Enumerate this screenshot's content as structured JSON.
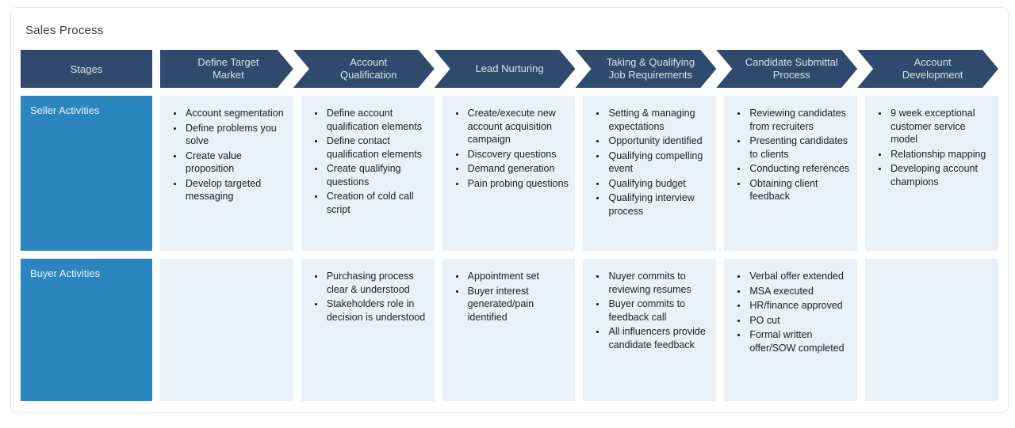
{
  "title": "Sales Process",
  "process": {
    "stages_header_label": "Stages",
    "rows": [
      {
        "label": "Seller Activities",
        "key": "seller"
      },
      {
        "label": "Buyer Activities",
        "key": "buyer"
      }
    ],
    "stages": [
      {
        "label": "Define Target Market",
        "seller": [
          "Account segmentation",
          "Define problems you solve",
          "Create value proposition",
          "Develop targeted messaging"
        ],
        "buyer": []
      },
      {
        "label": "Account Qualification",
        "seller": [
          "Define account qualification elements",
          "Define contact qualification elements",
          "Create qualifying questions",
          "Creation of cold call script"
        ],
        "buyer": [
          "Purchasing process clear & understood",
          "Stakeholders role in decision is understood"
        ]
      },
      {
        "label": "Lead Nurturing",
        "seller": [
          "Create/execute new account acquisition campaign",
          "Discovery questions",
          "Demand generation",
          "Pain probing questions"
        ],
        "buyer": [
          "Appointment set",
          "Buyer interest generated/pain identified"
        ]
      },
      {
        "label": "Taking & Qualifying Job Requirements",
        "seller": [
          "Setting & managing expectations",
          "Opportunity identified",
          "Qualifying compelling event",
          "Qualifying budget",
          "Qualifying interview process"
        ],
        "buyer": [
          "Nuyer commits to reviewing resumes",
          "Buyer commits to feedback call",
          "All influencers provide candidate feedback"
        ]
      },
      {
        "label": "Candidate Submittal Process",
        "seller": [
          "Reviewing candidates from recruiters",
          "Presenting candidates to clients",
          "Conducting references",
          "Obtaining client feedback"
        ],
        "buyer": [
          "Verbal offer extended",
          "MSA executed",
          "HR/finance approved",
          "PO cut",
          "Formal written offer/SOW completed"
        ]
      },
      {
        "label": "Account Development",
        "seller": [
          "9 week exceptional customer service model",
          "Relationship mapping",
          "Developing account champions"
        ],
        "buyer": []
      }
    ]
  },
  "colors": {
    "header_navy": "#2f4a6d",
    "row_label_blue": "#2b86bf",
    "cell_bg": "#eaf0f6",
    "card_border": "#e4e8ec",
    "title_text": "#3c4043",
    "header_text": "#dce1e7",
    "body_text": "#202124"
  }
}
